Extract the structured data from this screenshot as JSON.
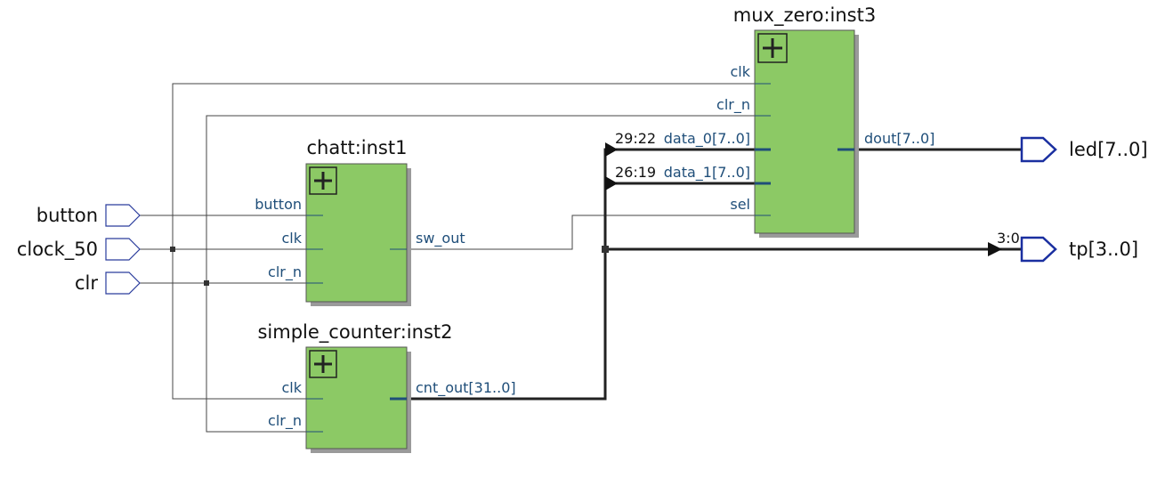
{
  "inputs": {
    "button": "button",
    "clock": "clock_50",
    "clr": "clr"
  },
  "outputs": {
    "led": "led[7..0]",
    "tp": "tp[3..0]"
  },
  "blocks": {
    "chatt": {
      "title": "chatt:inst1",
      "ports": {
        "button": "button",
        "clk": "clk",
        "clr_n": "clr_n",
        "sw_out": "sw_out"
      }
    },
    "counter": {
      "title": "simple_counter:inst2",
      "ports": {
        "clk": "clk",
        "clr_n": "clr_n",
        "cnt_out": "cnt_out[31..0]"
      }
    },
    "mux": {
      "title": "mux_zero:inst3",
      "ports": {
        "clk": "clk",
        "clr_n": "clr_n",
        "data_0": "data_0[7..0]",
        "data_1": "data_1[7..0]",
        "sel": "sel",
        "dout": "dout[7..0]"
      }
    }
  },
  "bus_slices": {
    "data_0": "29:22",
    "data_1": "26:19",
    "tp": "3:0"
  },
  "colors": {
    "block_fill": "#8cc965",
    "port_label": "#1f4e79",
    "pin_outline": "#1a2fa0"
  }
}
